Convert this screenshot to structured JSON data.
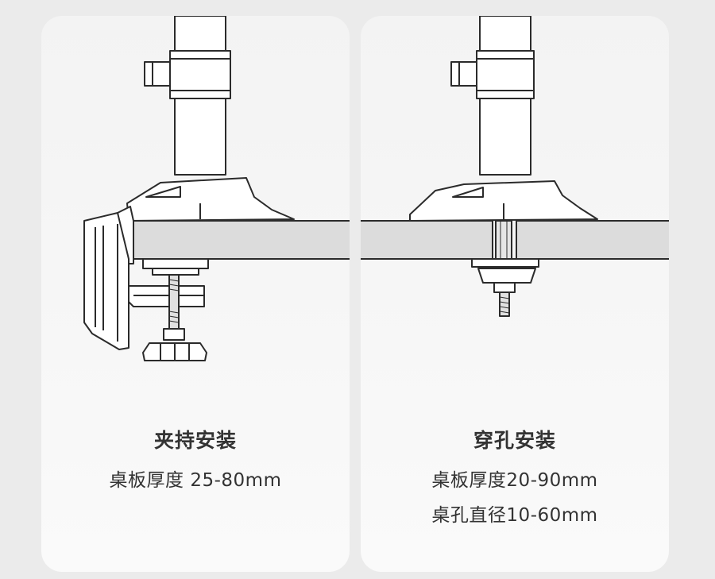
{
  "colors": {
    "background": "#ebebeb",
    "panel": "#f5f5f5",
    "line": "#2b2b2b",
    "desk": "#dcdcdc"
  },
  "clamp_install": {
    "title": "夹持安装",
    "spec_thickness": "桌板厚度 25-80mm"
  },
  "grommet_install": {
    "title": "穿孔安装",
    "spec_thickness": "桌板厚度20-90mm",
    "spec_hole": "桌孔直径10-60mm"
  }
}
